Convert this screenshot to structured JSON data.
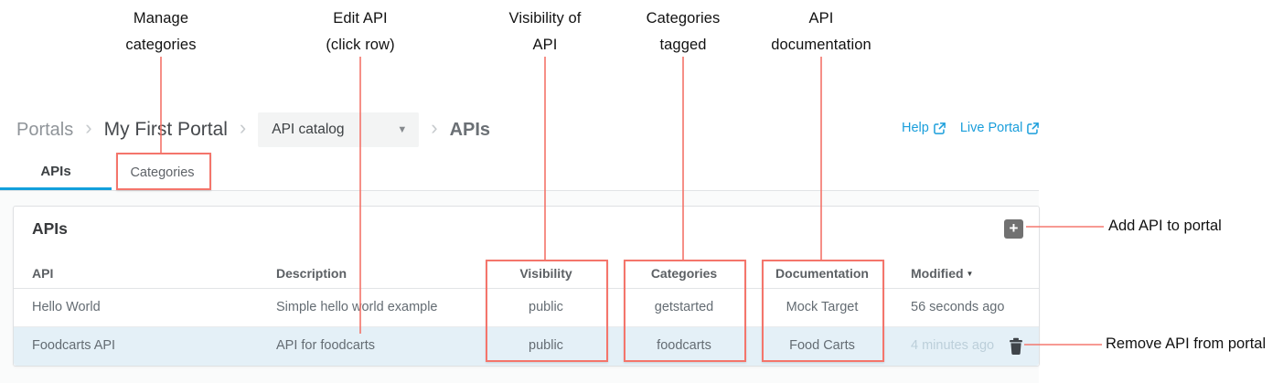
{
  "annotations": {
    "top": [
      {
        "line1": "Manage",
        "line2": "categories"
      },
      {
        "line1": "Edit API",
        "line2": "(click row)"
      },
      {
        "line1": "Visibility of",
        "line2": "API"
      },
      {
        "line1": "Categories",
        "line2": "tagged"
      },
      {
        "line1": "API",
        "line2": "documentation"
      }
    ],
    "add": "Add API to portal",
    "remove": "Remove API from portal"
  },
  "breadcrumb": {
    "root": "Portals",
    "portal": "My First Portal",
    "separator": "›",
    "dropdown_value": "API catalog",
    "dropdown_caret": "▼",
    "current": "APIs"
  },
  "header_links": {
    "help": "Help",
    "live_portal": "Live Portal"
  },
  "tabs": {
    "apis": "APIs",
    "categories": "Categories"
  },
  "panel": {
    "title": "APIs",
    "add_button": "+",
    "table": {
      "columns": {
        "api": "API",
        "description": "Description",
        "visibility": "Visibility",
        "categories": "Categories",
        "documentation": "Documentation",
        "modified": "Modified",
        "sort_indicator": "▼"
      },
      "rows": [
        {
          "api": "Hello World",
          "description": "Simple hello world example",
          "visibility": "public",
          "categories": "getstarted",
          "documentation": "Mock Target",
          "modified": "56 seconds ago"
        },
        {
          "api": "Foodcarts API",
          "description": "API for foodcarts",
          "visibility": "public",
          "categories": "foodcarts",
          "documentation": "Food Carts",
          "modified": "4 minutes ago"
        }
      ]
    }
  },
  "colors": {
    "accent_blue": "#13a0dc",
    "link_blue": "#1a9edb",
    "annotation_red": "#f4756b",
    "row_highlight": "#e4f0f7"
  }
}
